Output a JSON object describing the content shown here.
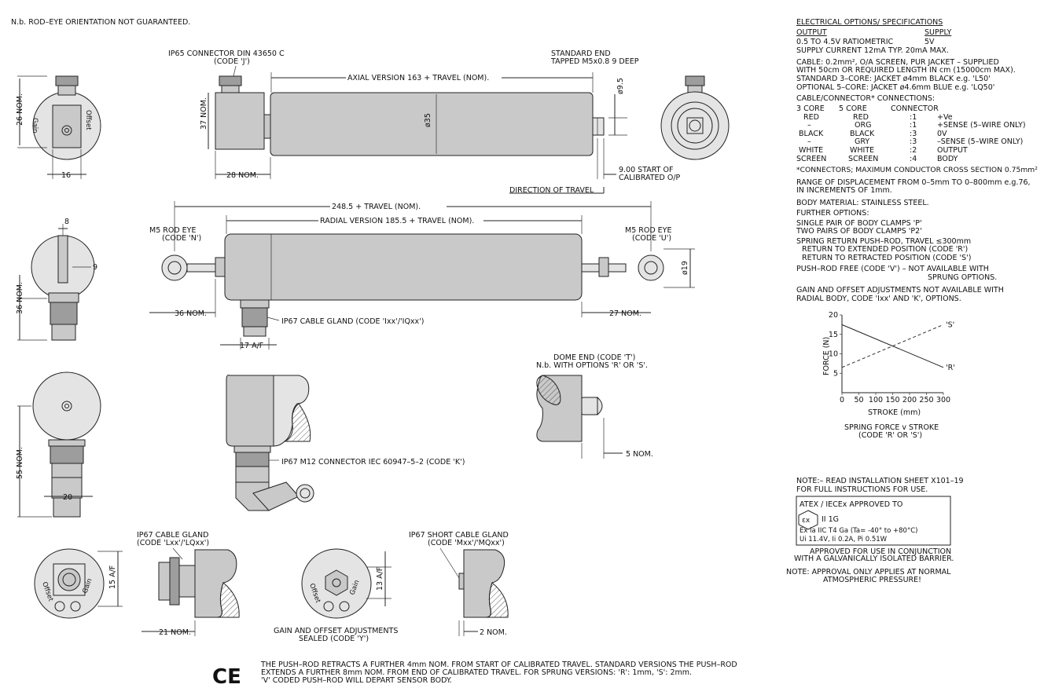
{
  "top_note": "N.b. ROD–EYE ORIENTATION NOT GUARANTEED.",
  "dims": {
    "d26": "26 NOM.",
    "d16": "16",
    "d37": "37 NOM.",
    "d28": "28 NOM.",
    "d8": "8",
    "d9": "9",
    "d36v": "36 NOM.",
    "d55": "55 NOM.",
    "d20": "20",
    "d36h": "36 NOM.",
    "d27": "27 NOM.",
    "d17": "17 A/F",
    "d5": "5 NOM.",
    "d21": "21 NOM.",
    "d2": "2 NOM.",
    "d15": "15 A/F",
    "d13": "13 A/F",
    "dia35": "ø35",
    "dia95": "ø9.5",
    "dia19": "ø19"
  },
  "labels": {
    "connector_j_line1": "IP65 CONNECTOR DIN 43650 C",
    "connector_j_line2": "(CODE 'J')",
    "axial": "AXIAL VERSION 163 + TRAVEL (NOM).",
    "std_end_line1": "STANDARD END",
    "std_end_line2": "TAPPED M5x0.8 9 DEEP",
    "start_cal_line1": "9.00 START OF",
    "start_cal_line2": "CALIBRATED O/P",
    "direction": "DIRECTION OF TRAVEL",
    "overall": "248.5 + TRAVEL (NOM).",
    "radial": "RADIAL VERSION 185.5 + TRAVEL (NOM).",
    "rod_n_line1": "M5 ROD EYE",
    "rod_n_line2": "(CODE 'N')",
    "rod_u_line1": "M5 ROD EYE",
    "rod_u_line2": "(CODE 'U')",
    "gland_ixx": "IP67 CABLE GLAND (CODE 'Ixx'/'IQxx')",
    "dome_line1": "DOME END (CODE 'T')",
    "dome_line2": "N.b. WITH OPTIONS 'R' OR 'S'.",
    "m12": "IP67 M12 CONNECTOR IEC 60947–5–2 (CODE 'K')",
    "gland_l_line1": "IP67 CABLE GLAND",
    "gland_l_line2": "(CODE 'Lxx'/'LQxx')",
    "gland_m_line1": "IP67 SHORT CABLE GLAND",
    "gland_m_line2": "(CODE 'Mxx'/'MQxx')",
    "sealed_line1": "GAIN AND OFFSET ADJUSTMENTS",
    "sealed_line2": "SEALED (CODE 'Y')",
    "gain": "Gain",
    "offset": "Offset"
  },
  "specs": {
    "heading": "ELECTRICAL OPTIONS/ SPECIFICATIONS",
    "col_output": "OUTPUT",
    "col_supply": "SUPPLY",
    "output_value": "0.5 TO 4.5V RATIOMETRIC",
    "supply_value": "5V",
    "supply_current": "SUPPLY CURRENT 12mA TYP. 20mA MAX.",
    "cable_line1": "CABLE: 0.2mm², O/A SCREEN, PUR JACKET – SUPPLIED",
    "cable_line2": "WITH 50cm OR REQUIRED LENGTH IN cm (15000cm MAX).",
    "cable_line3": "STANDARD 3–CORE: JACKET ø4mm BLACK  e.g. 'L50'",
    "cable_line4": "OPTIONAL 5–CORE: JACKET ø4.6mm BLUE  e.g. 'LQ50'",
    "conn_heading": "CABLE/CONNECTOR* CONNECTIONS:",
    "conn_headers": [
      "3 CORE",
      "5 CORE",
      "CONNECTOR",
      ""
    ],
    "conn_rows": [
      [
        "RED",
        "RED",
        ":1",
        "+Ve"
      ],
      [
        "–",
        "ORG",
        ":1",
        "+SENSE (5–WIRE ONLY)"
      ],
      [
        "BLACK",
        "BLACK",
        ":3",
        "0V"
      ],
      [
        "–",
        "GRY",
        ":3",
        "–SENSE (5–WIRE ONLY)"
      ],
      [
        "WHITE",
        "WHITE",
        ":2",
        "OUTPUT"
      ],
      [
        "SCREEN",
        "SCREEN",
        ":4",
        "BODY"
      ]
    ],
    "connectors_note": "*CONNECTORS; MAXIMUM CONDUCTOR CROSS SECTION 0.75mm²",
    "range_line1": "RANGE OF DISPLACEMENT FROM 0–5mm TO 0–800mm e.g.76,",
    "range_line2": "IN INCREMENTS OF 1mm.",
    "body_material": "BODY MATERIAL: STAINLESS STEEL.",
    "further": "FURTHER OPTIONS:",
    "opt_p": "SINGLE PAIR OF BODY CLAMPS 'P'",
    "opt_p2": "TWO PAIRS OF BODY CLAMPS 'P2'",
    "spring_line1": "SPRING RETURN PUSH–ROD, TRAVEL ≤300mm",
    "spring_line2": "RETURN TO EXTENDED POSITION (CODE 'R')",
    "spring_line3": "RETURN TO RETRACTED POSITION (CODE 'S')",
    "pushrod_line1": "PUSH–ROD FREE (CODE 'V') – NOT AVAILABLE WITH",
    "pushrod_line2": "SPRUNG OPTIONS.",
    "gain_line1": "GAIN AND OFFSET ADJUSTMENTS NOT AVAILABLE WITH",
    "gain_line2": "RADIAL BODY, CODE 'Ixx' AND 'K', OPTIONS."
  },
  "chart_data": {
    "type": "line",
    "title": "SPRING FORCE v STROKE",
    "subtitle": "(CODE 'R' OR 'S')",
    "xlabel": "STROKE (mm)",
    "ylabel": "FORCE (N)",
    "x_ticks": [
      0,
      50,
      100,
      150,
      200,
      250,
      300
    ],
    "y_ticks": [
      5,
      10,
      15,
      20
    ],
    "xlim": [
      0,
      300
    ],
    "ylim": [
      0,
      20
    ],
    "series": [
      {
        "name": "'S'",
        "style": "dashed",
        "x": [
          0,
          300
        ],
        "y": [
          6.5,
          17.5
        ]
      },
      {
        "name": "'R'",
        "style": "solid",
        "x": [
          0,
          300
        ],
        "y": [
          17.5,
          6.5
        ]
      }
    ]
  },
  "install_note_line1": "NOTE:– READ INSTALLATION SHEET X101–19",
  "install_note_line2": "FOR FULL INSTRUCTIONS FOR USE.",
  "atex": {
    "title": "ATEX / IECEx  APPROVED TO",
    "ex_symbol": "εx",
    "group": "II 1G",
    "protection": "Ex ia IIC T4 Ga (Ta= -40° to +80°C)",
    "params": "Ui 11.4V,  Ii 0.2A,  Pi 0.51W",
    "conj_line1": "APPROVED FOR USE IN CONJUNCTION",
    "conj_line2": "WITH A GALVANICALLY ISOLATED BARRIER.",
    "note_line1": "NOTE: APPROVAL ONLY APPLIES AT NORMAL",
    "note_line2": "ATMOSPHERIC PRESSURE!"
  },
  "bottom_note_line1": "THE PUSH–ROD RETRACTS A FURTHER 4mm NOM. FROM START OF CALIBRATED TRAVEL. STANDARD VERSIONS THE PUSH–ROD",
  "bottom_note_line2": "EXTENDS A FURTHER 8mm NOM. FROM END OF CALIBRATED TRAVEL. FOR SPRUNG VERSIONS: 'R': 1mm, 'S': 2mm.",
  "bottom_note_line3": "'V' CODED PUSH–ROD WILL DEPART SENSOR BODY.",
  "ce_mark": "CE"
}
